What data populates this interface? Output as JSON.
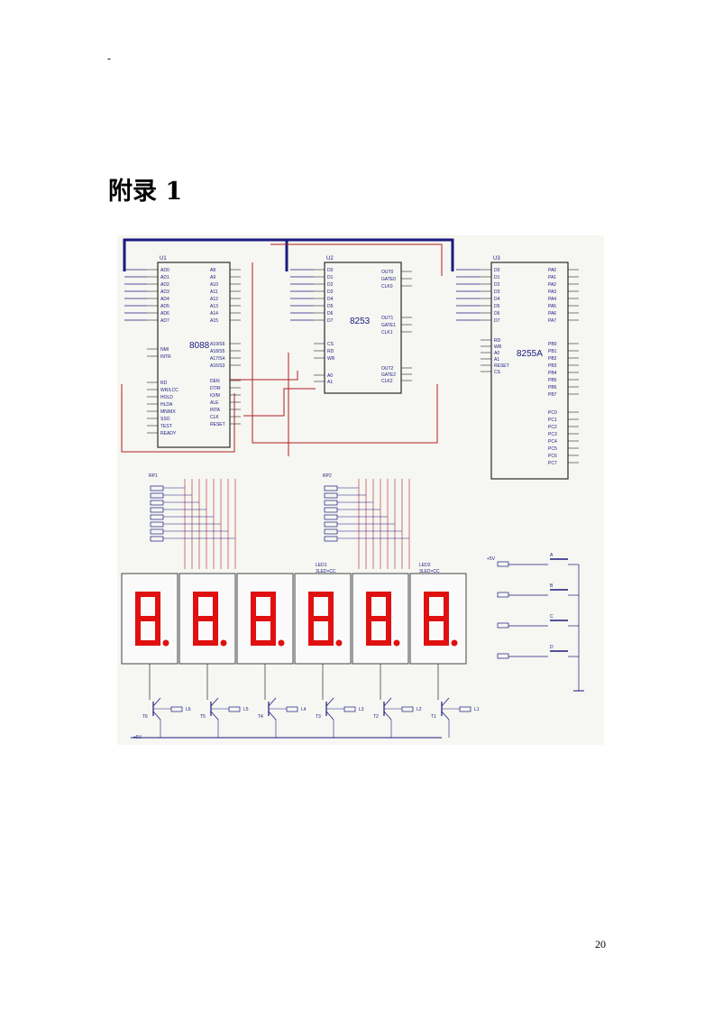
{
  "page": {
    "top_mark": "-",
    "heading": "附录 1",
    "page_number": "20"
  },
  "schematic": {
    "chips": {
      "cpu": {
        "ref": "U1",
        "name": "8088"
      },
      "timer": {
        "ref": "U2",
        "name": "8253"
      },
      "ppi": {
        "ref": "U3",
        "name": "8255A"
      }
    },
    "cpu_left_pins": [
      "AD0",
      "AD1",
      "AD2",
      "AD3",
      "AD4",
      "AD5",
      "AD6",
      "AD7"
    ],
    "cpu_right_pins": [
      "A8",
      "A9",
      "A10",
      "A11",
      "A12",
      "A13",
      "A14",
      "A15"
    ],
    "cpu_ctrl_left": [
      "NMI",
      "INTR",
      "RD",
      "WR/LCC",
      "HOLD",
      "HLDA",
      "MN/MX",
      "SSO",
      "TEST",
      "READY"
    ],
    "cpu_ctrl_right": [
      "A19/S6",
      "A18/S5",
      "A17/S4",
      "A16/S3",
      "DEN",
      "DT/R",
      "IO/M",
      "ALE",
      "INTA",
      "CLK",
      "RESET"
    ],
    "timer_left_pins": [
      "D0",
      "D1",
      "D2",
      "D3",
      "D4",
      "D5",
      "D6",
      "D7",
      "CS",
      "RD",
      "WR",
      "A0",
      "A1"
    ],
    "timer_right_pins": [
      "OUT0",
      "GATE0",
      "CLK0",
      "OUT1",
      "GATE1",
      "CLK1",
      "OUT2",
      "GATE2",
      "CLK2"
    ],
    "ppi_left_pins": [
      "D0",
      "D1",
      "D2",
      "D3",
      "D4",
      "D5",
      "D6",
      "D7",
      "RD",
      "WR",
      "A0",
      "A1",
      "RESET",
      "CS"
    ],
    "ppi_right_pins": [
      "PA0",
      "PA1",
      "PA2",
      "PA3",
      "PA4",
      "PA5",
      "PA6",
      "PA7",
      "PB0",
      "PB1",
      "PB2",
      "PB3",
      "PB4",
      "PB5",
      "PB6",
      "PB7",
      "PC0",
      "PC1",
      "PC2",
      "PC3",
      "PC4",
      "PC5",
      "PC6",
      "PC7"
    ],
    "resistor_packs": [
      "RP1",
      "RP2"
    ],
    "display_labels": [
      "LED1",
      "LED2"
    ],
    "display_type": "3LED×CC",
    "supply": "+5V",
    "buttons": [
      "A",
      "B",
      "C",
      "D"
    ],
    "transistors": [
      "T6",
      "T5",
      "T4",
      "T3",
      "T2",
      "T1"
    ],
    "digit_lines": [
      "L6",
      "L5",
      "L4",
      "L3",
      "L2",
      "L1"
    ]
  },
  "colors": {
    "bus": "#1a1a80",
    "chip_outline": "#2a2a2a",
    "segment": "#e01010",
    "wire": "#b02020"
  }
}
